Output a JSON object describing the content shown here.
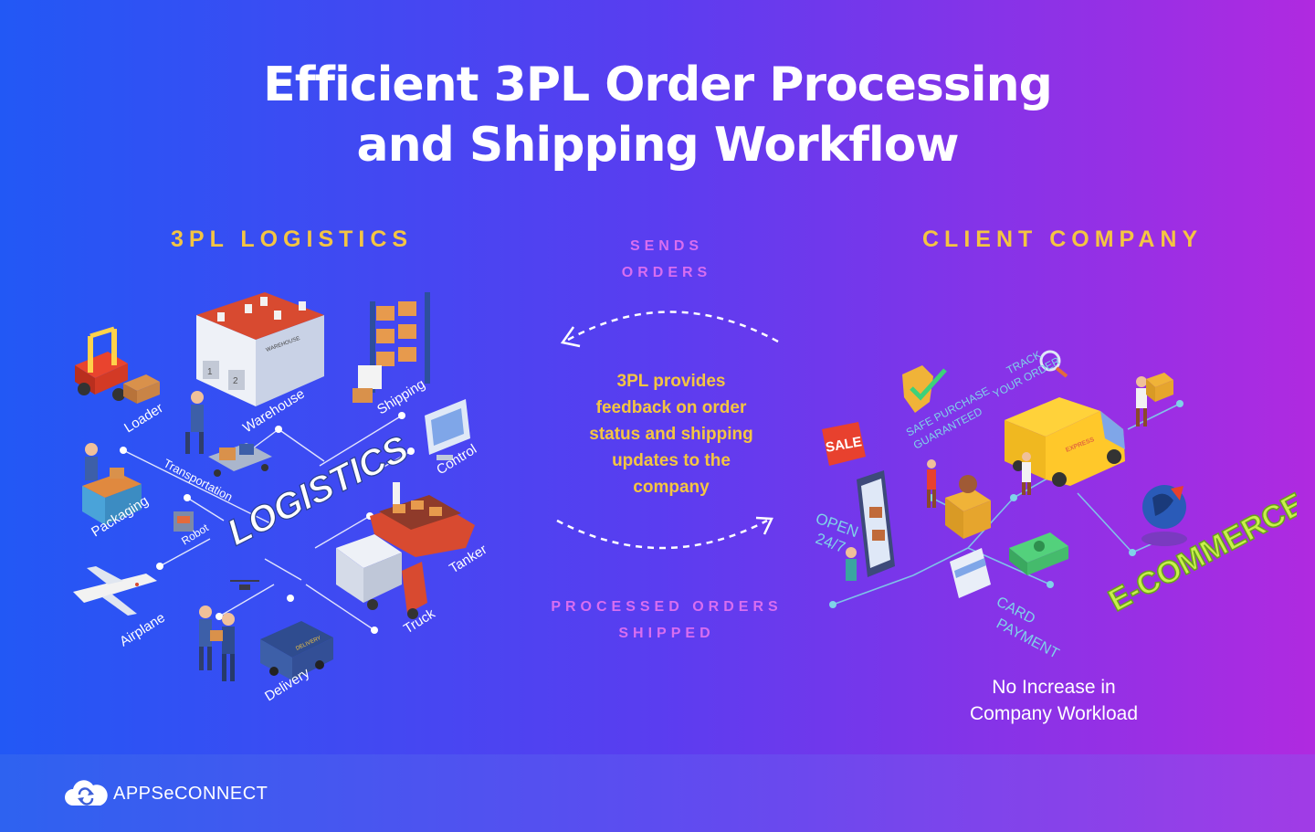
{
  "title": {
    "line1": "Efficient 3PL Order Processing",
    "line2": "and Shipping Workflow"
  },
  "left_section": {
    "heading": "3PL LOGISTICS",
    "center_label": "LOGISTICS",
    "items": [
      "Loader",
      "Warehouse",
      "Shipping",
      "Control",
      "Packaging",
      "Transportation",
      "Robot",
      "Tanker",
      "Airplane",
      "Truck",
      "Delivery"
    ]
  },
  "illustration_text": {
    "warehouse_door_1": "1",
    "warehouse_door_2": "2",
    "warehouse_sign": "WAREHOUSE",
    "delivery_van": "DELIVERY",
    "sale_tag": "SALE",
    "van_logo": "EXPRESS",
    "ecommerce_word": "E-COMMERCE"
  },
  "right_section": {
    "heading": "CLIENT COMPANY",
    "labels": {
      "safe_purchase": [
        "SAFE PURCHASE",
        "GUARANTEED"
      ],
      "track_order": [
        "TRACK",
        "YOUR ORDER"
      ],
      "open": [
        "OPEN",
        "24/7"
      ],
      "card_payment": [
        "CARD",
        "PAYMENT"
      ]
    },
    "note_lines": [
      "No Increase in",
      "Company Workload"
    ]
  },
  "flow": {
    "top_label_lines": [
      "SENDS",
      "ORDERS"
    ],
    "feedback_lines": [
      "3PL provides",
      "feedback on order",
      "status and shipping",
      "updates to the",
      "company"
    ],
    "bottom_label_lines": [
      "PROCESSED ORDERS",
      "SHIPPED"
    ]
  },
  "footer": {
    "brand": "APPSeCONNECT"
  },
  "colors": {
    "accent_yellow": "#f4c542",
    "flow_pink": "#d86ef0",
    "ecommerce_green": "#c8f04a"
  }
}
